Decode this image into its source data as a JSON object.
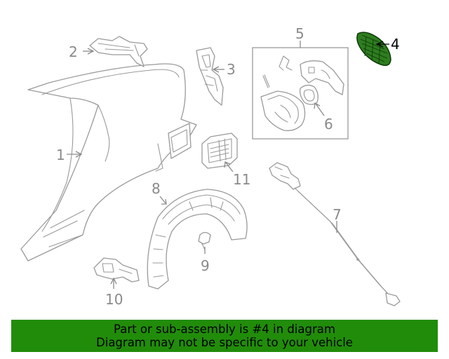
{
  "diagram": {
    "callouts": [
      {
        "id": "1",
        "label": "1"
      },
      {
        "id": "2",
        "label": "2"
      },
      {
        "id": "3",
        "label": "3"
      },
      {
        "id": "4",
        "label": "4"
      },
      {
        "id": "5",
        "label": "5"
      },
      {
        "id": "6",
        "label": "6"
      },
      {
        "id": "7",
        "label": "7"
      },
      {
        "id": "8",
        "label": "8"
      },
      {
        "id": "9",
        "label": "9"
      },
      {
        "id": "10",
        "label": "10"
      },
      {
        "id": "11",
        "label": "11"
      }
    ],
    "highlighted_part": "4",
    "highlight_color": "#2e7d1f",
    "banner_color": "#218c0a"
  },
  "banner": {
    "line1": "Part or sub-assembly is #4 in diagram",
    "line2": "Diagram may not be specific to your vehicle"
  }
}
